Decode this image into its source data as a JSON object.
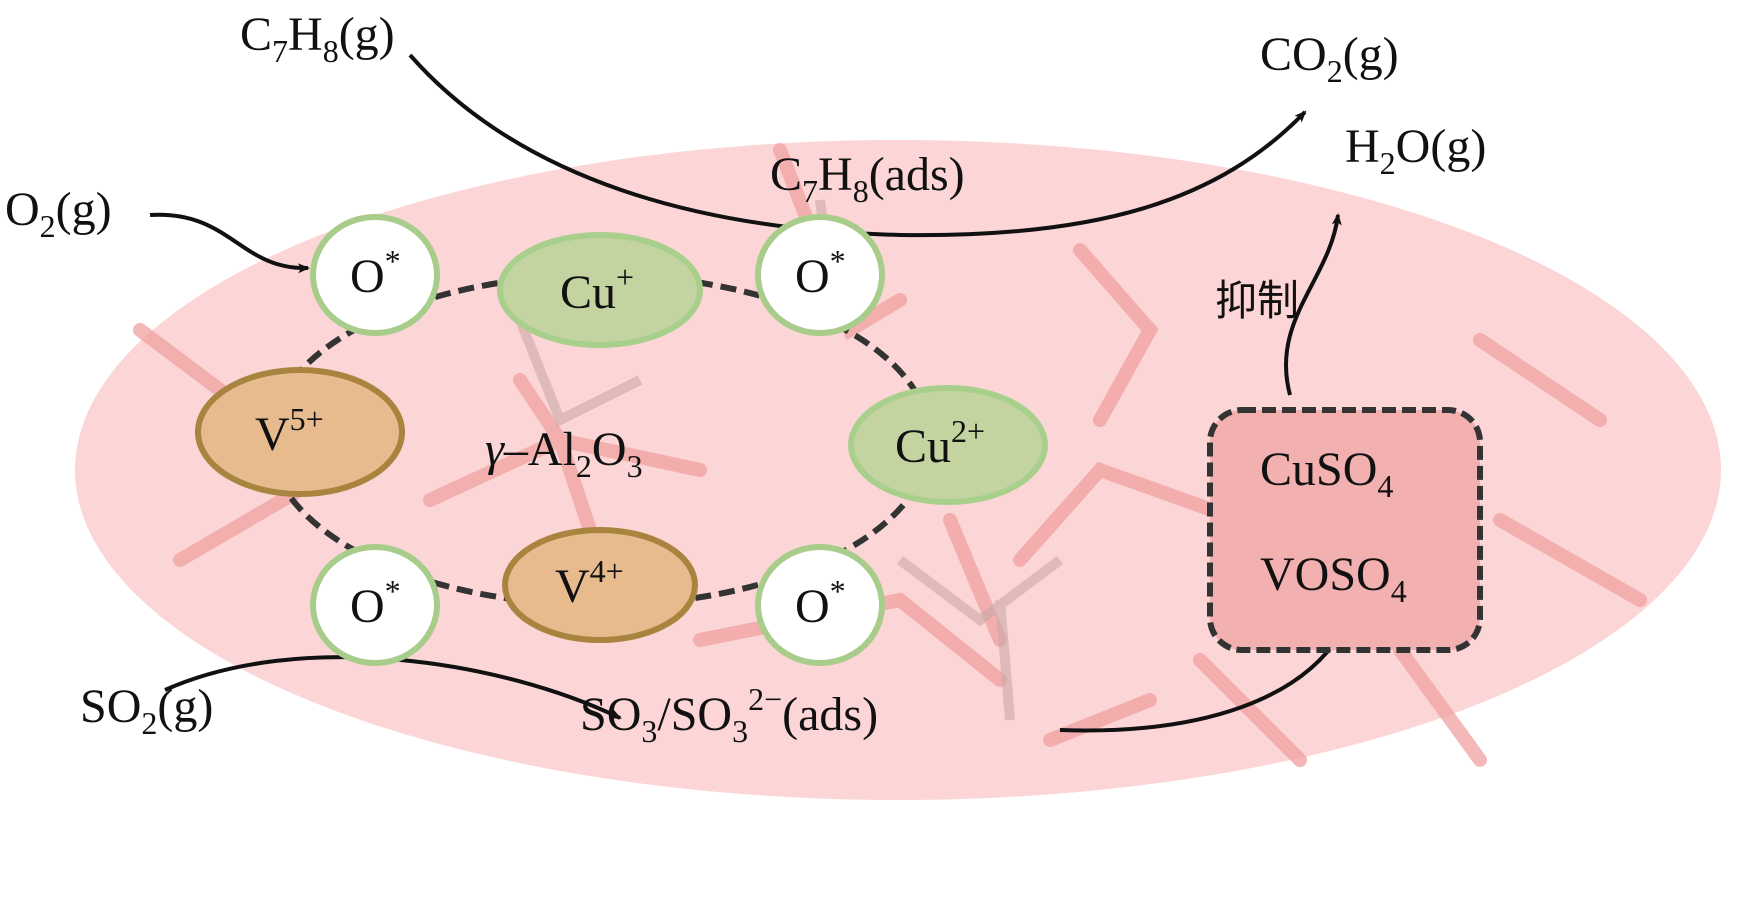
{
  "colors": {
    "background": "#fcd5d6",
    "oxygen_border": "#a8cc8a",
    "cu_fill": "#c4d4a1",
    "cu_border": "#a9cf8c",
    "v_fill": "#e8bb8e",
    "v_border": "#a8843f",
    "box_fill": "#f3b0b0"
  },
  "labels": {
    "toluene_gas": {
      "base": "C",
      "s1": "7",
      "mid": "H",
      "s2": "8",
      "tail": "(g)"
    },
    "co2": {
      "base": "CO",
      "s1": "2",
      "tail": "(g)"
    },
    "h2o": {
      "base": "H",
      "s1": "2",
      "tail": "O(g)"
    },
    "toluene_ads": {
      "base": "C",
      "s1": "7",
      "mid": "H",
      "s2": "8",
      "tail": "(ads)"
    },
    "o2": {
      "base": "O",
      "s1": "2",
      "tail": "(g)"
    },
    "so2": {
      "base": "SO",
      "s1": "2",
      "tail": "(g)"
    },
    "so3": {
      "base": "SO",
      "s1": "3",
      "mid": "/SO",
      "s2": "3",
      "sup": "2−",
      "tail": "(ads)"
    },
    "support": {
      "gamma": "γ",
      "dash": "–Al",
      "s1": "2",
      "mid": "O",
      "s2": "3"
    },
    "inhibit": "抑制",
    "cuso4": {
      "base": "CuSO",
      "s1": "4"
    },
    "voso4": {
      "base": "VOSO",
      "s1": "4"
    }
  },
  "nodes": {
    "o_star": {
      "base": "O",
      "sup": "*"
    },
    "cu_plus": {
      "base": "Cu",
      "sup": "+"
    },
    "cu_2plus": {
      "base": "Cu",
      "sup": "2+"
    },
    "v_5plus": {
      "base": "V",
      "sup": "5+"
    },
    "v_4plus": {
      "base": "V",
      "sup": "4+"
    }
  }
}
